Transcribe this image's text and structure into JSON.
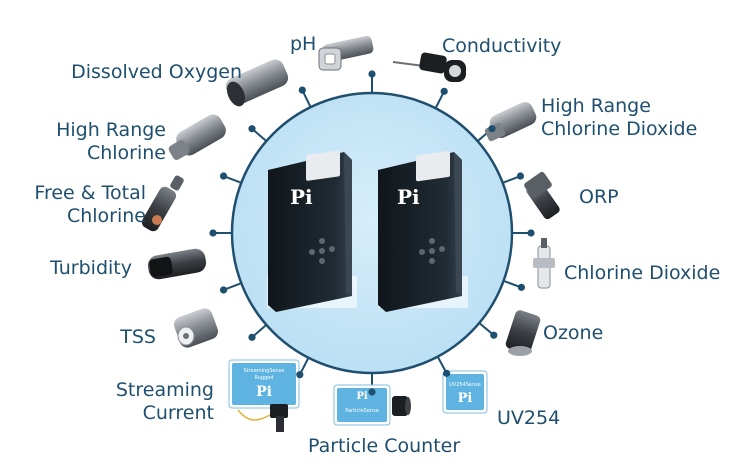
{
  "center": {
    "controllers": [
      {
        "brand": "Pi"
      },
      {
        "brand": "Pi"
      }
    ]
  },
  "sensors": [
    {
      "id": "ph",
      "label": "pH"
    },
    {
      "id": "conductivity",
      "label": "Conductivity"
    },
    {
      "id": "hr-chlorine-dioxide",
      "label_line1": "High Range",
      "label_line2": "Chlorine Dioxide"
    },
    {
      "id": "orp",
      "label": "ORP"
    },
    {
      "id": "chlorine-dioxide",
      "label": "Chlorine Dioxide"
    },
    {
      "id": "ozone",
      "label": "Ozone"
    },
    {
      "id": "uv254",
      "label": "UV254",
      "device_brand": "Pi",
      "device_text": "UV254Sense"
    },
    {
      "id": "particle-counter",
      "label": "Particle Counter",
      "device_brand": "Pi",
      "device_text": "ParticleSense"
    },
    {
      "id": "streaming-current",
      "label_line1": "Streaming",
      "label_line2": "Current",
      "device_brand": "Pi",
      "device_text_line1": "StreamingSense",
      "device_text_line2": "Rugged"
    },
    {
      "id": "tss",
      "label": "TSS"
    },
    {
      "id": "turbidity",
      "label": "Turbidity"
    },
    {
      "id": "free-total-chlorine",
      "label_line1": "Free & Total",
      "label_line2": "Chlorine"
    },
    {
      "id": "hr-chlorine",
      "label_line1": "High Range",
      "label_line2": "Chlorine"
    },
    {
      "id": "dissolved-oxygen",
      "label": "Dissolved Oxygen"
    }
  ],
  "colors": {
    "circle_fill": "#c7e7f7",
    "circle_stroke": "#1f4f6e",
    "spoke": "#1f4f6e",
    "label": "#1f4f6e",
    "controller_body": "#1b2228",
    "controller_edge": "#2d3842",
    "screen": "#e9ecee",
    "device_blue": "#5fb3e0"
  },
  "icons": {
    "center": "controller-pair-icon",
    "ph": "ph-probe-icon",
    "conductivity": "conductivity-probe-icon",
    "hr-chlorine-dioxide": "hr-chlorine-dioxide-sensor-icon",
    "orp": "orp-probe-icon",
    "chlorine-dioxide": "chlorine-dioxide-cell-icon",
    "ozone": "ozone-sensor-icon",
    "uv254": "uv254-device-icon",
    "particle-counter": "particle-counter-device-icon",
    "streaming-current": "streaming-current-device-icon",
    "tss": "tss-sensor-icon",
    "turbidity": "turbidity-sensor-icon",
    "free-total-chlorine": "free-total-chlorine-probe-icon",
    "hr-chlorine": "hr-chlorine-sensor-icon",
    "dissolved-oxygen": "dissolved-oxygen-probe-icon"
  }
}
